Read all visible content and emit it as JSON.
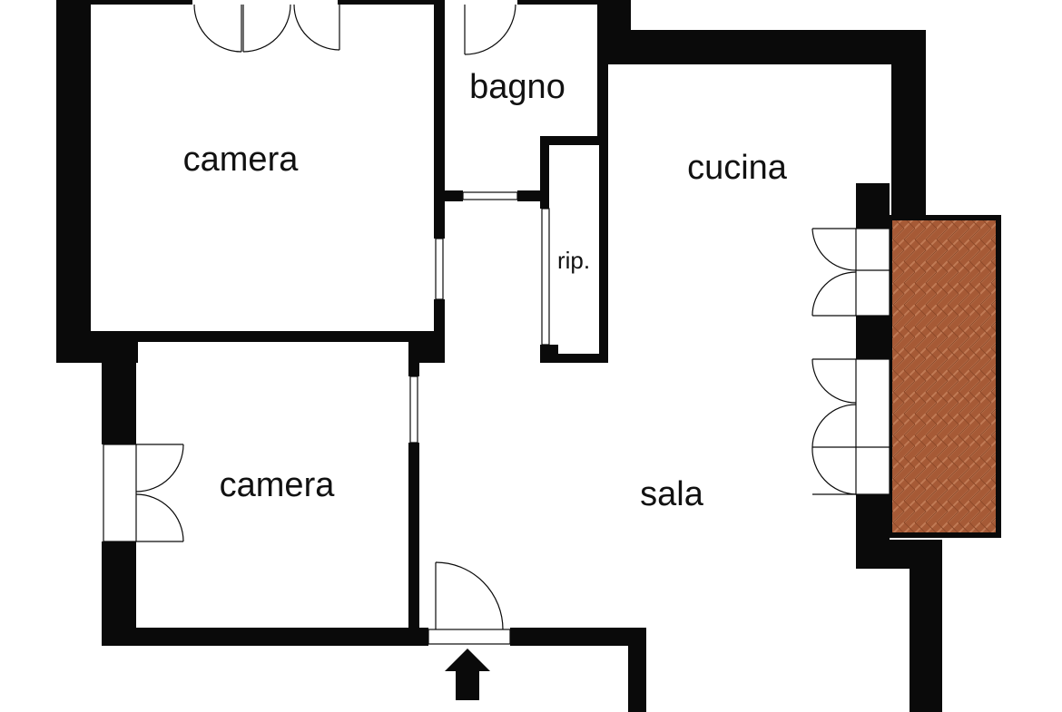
{
  "rooms": {
    "camera_top": "camera",
    "camera_bottom": "camera",
    "bagno": "bagno",
    "cucina": "cucina",
    "ripostiglio": "rip.",
    "sala": "sala"
  },
  "colors": {
    "wall": "#0a0a0a",
    "balcony_tile": "#a0522d",
    "background": "#ffffff"
  },
  "icons": {
    "entrance": "entrance-arrow-icon"
  }
}
